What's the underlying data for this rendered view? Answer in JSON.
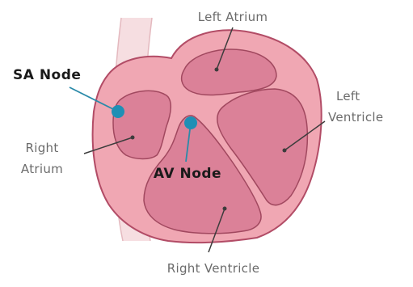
{
  "colors": {
    "muscle": "#f0a7b3",
    "muscle_stroke": "#b24c66",
    "chamber": "#db8198",
    "chamber_stroke": "#a1485f",
    "vessel": "#f6dee1",
    "vessel_line": "#e4b9bf",
    "node": "#1f8fb5",
    "node_line": "#2a8aa9",
    "pointer": "#3c3c3c",
    "label_text": "#6b6b6b",
    "node_text": "#1a1a1a"
  },
  "labels": {
    "left_atrium": "Left Atrium",
    "left_ventricle_1": "Left",
    "left_ventricle_2": "Ventricle",
    "right_atrium_1": "Right",
    "right_atrium_2": "Atrium",
    "right_ventricle": "Right Ventricle",
    "sa_node": "SA Node",
    "av_node": "AV Node"
  }
}
